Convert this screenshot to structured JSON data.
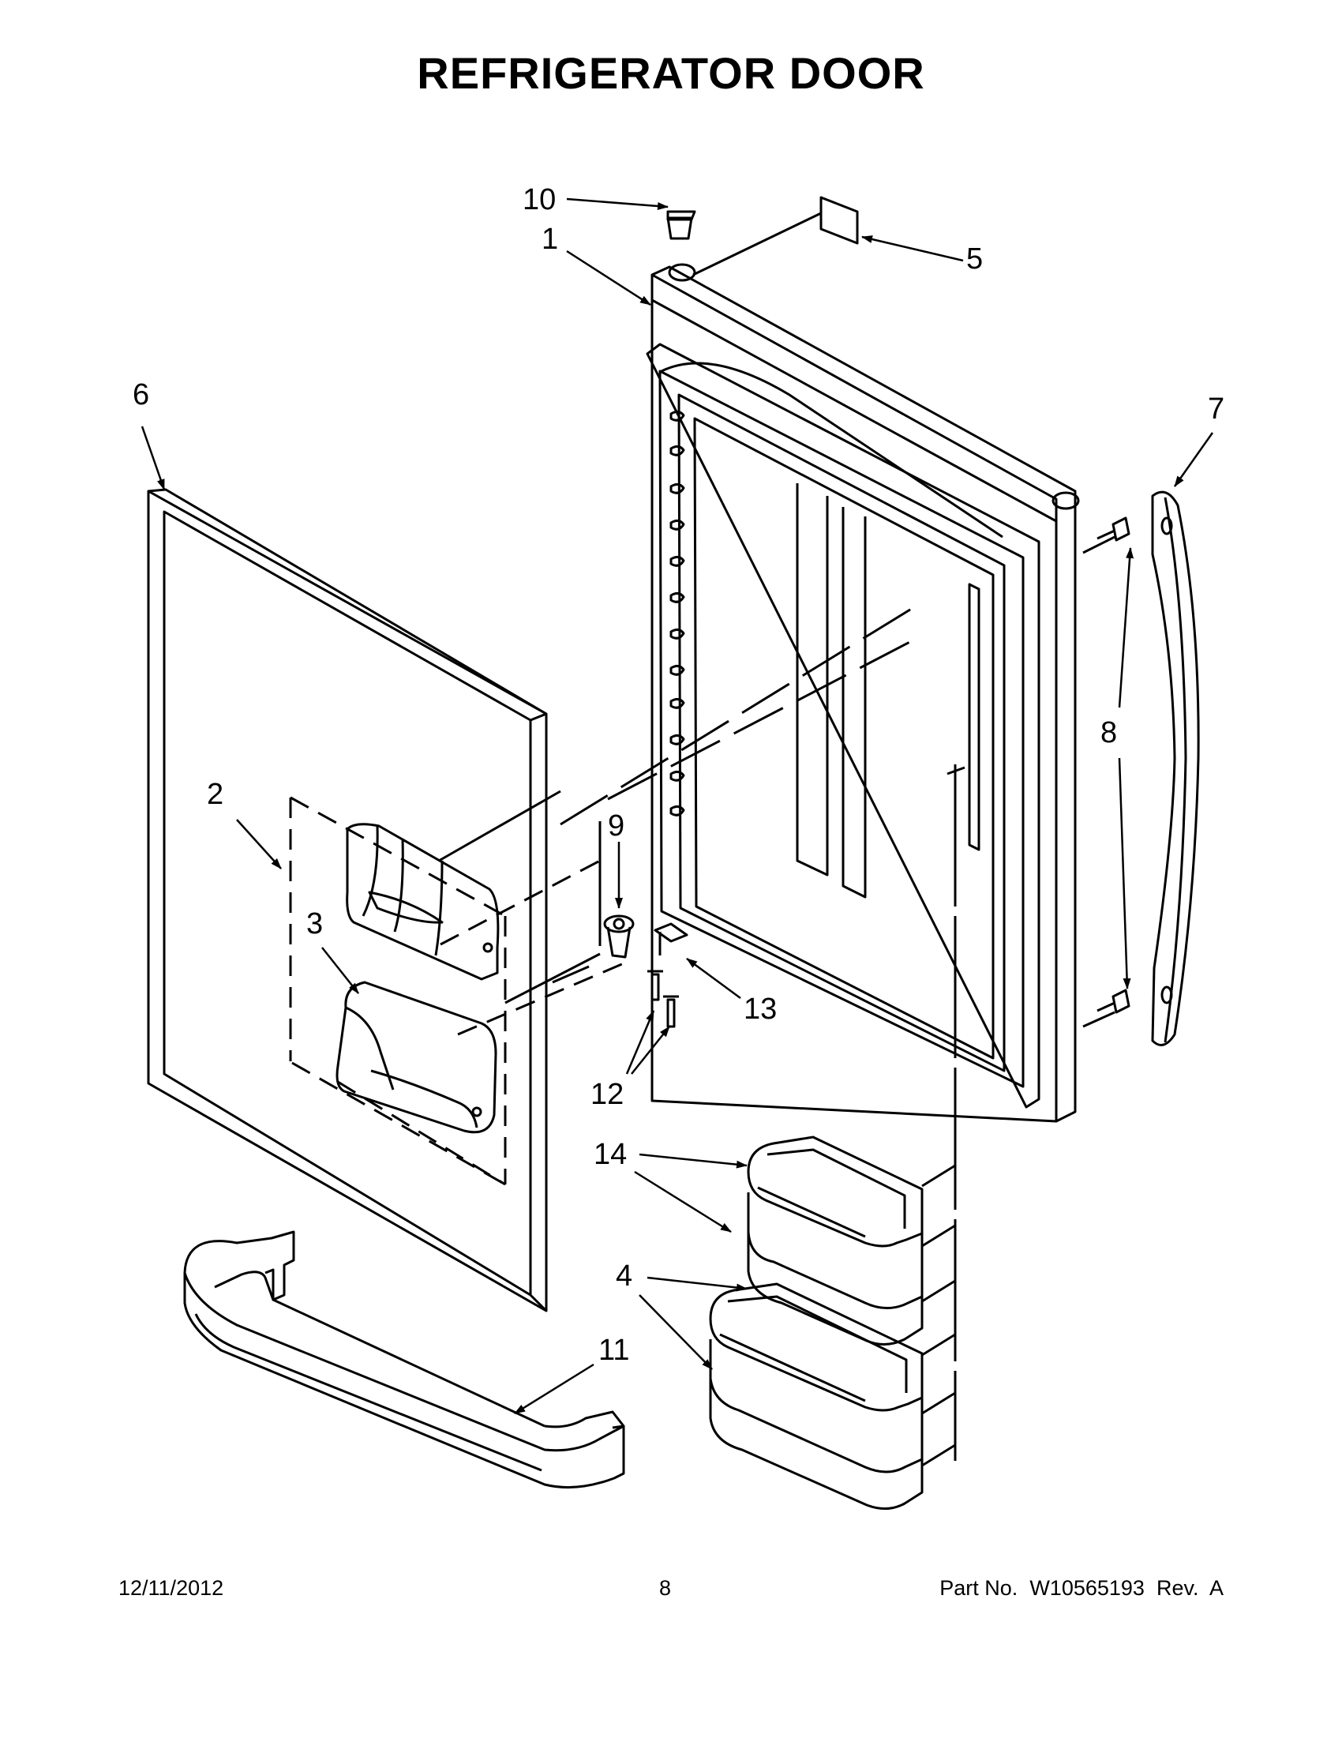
{
  "page": {
    "title": "REFRIGERATOR DOOR",
    "footer": {
      "date": "12/11/2012",
      "page_number": "8",
      "part_number_label": "Part No.",
      "part_number": "W10565193",
      "revision_label": "Rev.",
      "revision": "A"
    }
  },
  "callouts": [
    "1",
    "2",
    "3",
    "4",
    "5",
    "6",
    "7",
    "8",
    "9",
    "10",
    "11",
    "12",
    "13",
    "14"
  ],
  "colors": {
    "line": "#000000",
    "background": "#ffffff"
  }
}
